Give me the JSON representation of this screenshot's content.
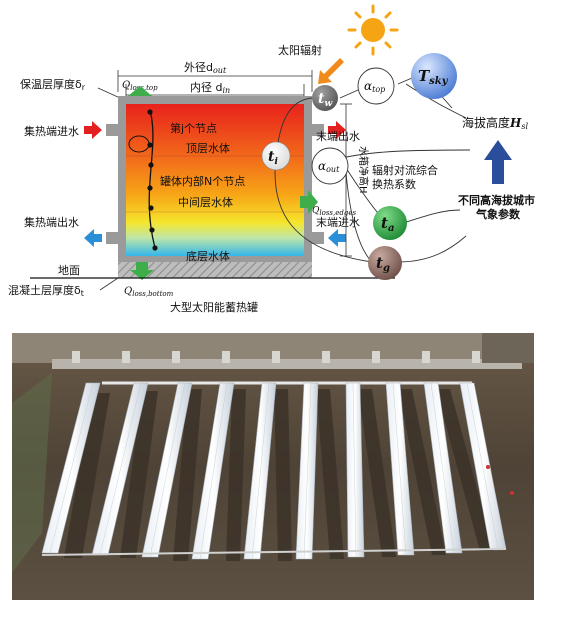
{
  "labels": {
    "solar_radiation": "太阳辐射",
    "outer_diameter": "外径d",
    "outer_diameter_sub": "out",
    "inner_diameter": "内径 d",
    "inner_diameter_sub": "in",
    "insulation_thickness": "保温层厚度δ",
    "insulation_thickness_sub": "r",
    "q_loss_top": "Q",
    "q_loss_top_sub": "loss,top",
    "jth_node": "第j个节点",
    "top_water": "顶层水体",
    "n_nodes": "罐体内部N个节点",
    "middle_water": "中间层水体",
    "bottom_water": "底层水体",
    "collector_inlet": "集热端进水",
    "collector_outlet": "集热端出水",
    "end_outlet": "末端出水",
    "end_inlet": "末端进水",
    "tank_height": "水箱净高H",
    "q_loss_edges": "Q",
    "q_loss_edges_sub": "loss,edges",
    "q_loss_bottom": "Q",
    "q_loss_bottom_sub": "loss,bottom",
    "ground": "地面",
    "concrete_thickness": "混凝土层厚度δ",
    "concrete_thickness_sub": "t",
    "tank_name": "大型太阳能蓄热罐",
    "convection_line1": "辐射对流综合",
    "convection_line2": "换热系数",
    "altitude": "海拔高度",
    "altitude_var": "H",
    "altitude_sub": "sl",
    "city_params_line1": "不同高海拔城市",
    "city_params_line2": "气象参数"
  },
  "nodes": {
    "t_w": {
      "main": "t",
      "sub": "w"
    },
    "t_i": {
      "main": "t",
      "sub": "i"
    },
    "t_a": {
      "main": "t",
      "sub": "a"
    },
    "t_g": {
      "main": "t",
      "sub": "g"
    },
    "T_sky": {
      "main": "T",
      "sub": "sky"
    },
    "alpha_top": {
      "main": "α",
      "sub": "top"
    },
    "alpha_out": {
      "main": "α",
      "sub": "out"
    }
  },
  "colors": {
    "tank_top": "#e8221c",
    "tank_mid": "#f7a617",
    "tank_low": "#f5e62c",
    "tank_bottom": "#32b6ea",
    "wall": "#9a9a9a",
    "t_w": "#6b6b6b",
    "t_a": "#2ea84a",
    "t_g": "#8a6a62",
    "T_sky": "#4a7bd4",
    "arrow_red": "#e32020",
    "arrow_blue": "#2a8fd6",
    "arrow_green": "#3fae4a",
    "sun": "#f5a414",
    "city_arrow": "#2a4e9a"
  }
}
